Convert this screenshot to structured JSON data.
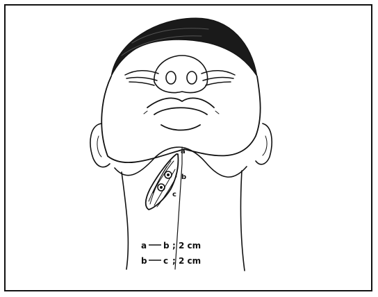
{
  "figure": {
    "points": {
      "a": "a",
      "b": "b",
      "c": "c"
    },
    "legend": [
      {
        "from": "a",
        "to": "b",
        "measure": "; 2 cm"
      },
      {
        "from": "b",
        "to": "c",
        "measure": "; 2 cm"
      }
    ]
  }
}
